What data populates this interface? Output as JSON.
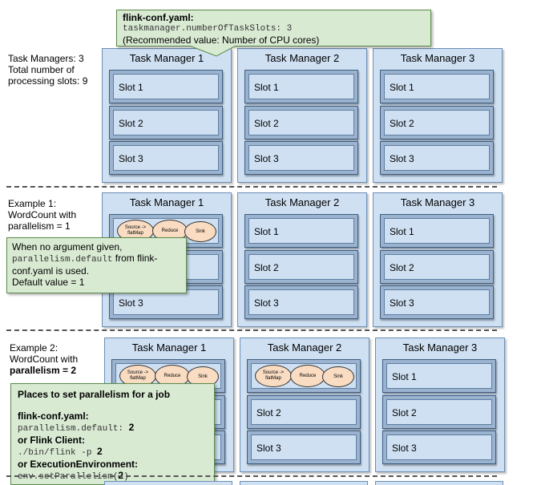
{
  "config_note": {
    "title": "flink-conf.yaml:",
    "code": "taskmanager.numberOfTaskSlots: 3",
    "note": "(Recommended value: Number of CPU cores)"
  },
  "section0": {
    "label_line1": "Task Managers: 3",
    "label_line2": "Total number of",
    "label_line3": "processing slots: 9"
  },
  "section1": {
    "label_line1": "Example 1:",
    "label_line2": "WordCount with",
    "label_line3": "parallelism = 1"
  },
  "section2": {
    "label_line1": "Example 2:",
    "label_line2": "WordCount with",
    "label_line3": "parallelism = 2"
  },
  "task_managers": [
    "Task Manager 1",
    "Task Manager 2",
    "Task Manager 3"
  ],
  "slots": [
    "Slot 1",
    "Slot 2",
    "Slot 3"
  ],
  "operators": [
    "Source -> flatMap",
    "Reduce",
    "Sink"
  ],
  "note1": {
    "line1": "When no argument given,",
    "code": "parallelism.default",
    "line2_rest": " from flink-",
    "line3": "conf.yaml is used.",
    "line4": "Default value = 1"
  },
  "note2": {
    "title": "Places to set parallelism for a job",
    "h1": "flink-conf.yaml:",
    "code1": "parallelism.default: ",
    "code1_val": "2",
    "h2": "or Flink Client:",
    "code2": "./bin/flink -p ",
    "code2_val": "2",
    "h3": "or ExecutionEnvironment:",
    "code3_pre": "env.setParallelism(",
    "code3_val": "2",
    "code3_post": ")"
  }
}
